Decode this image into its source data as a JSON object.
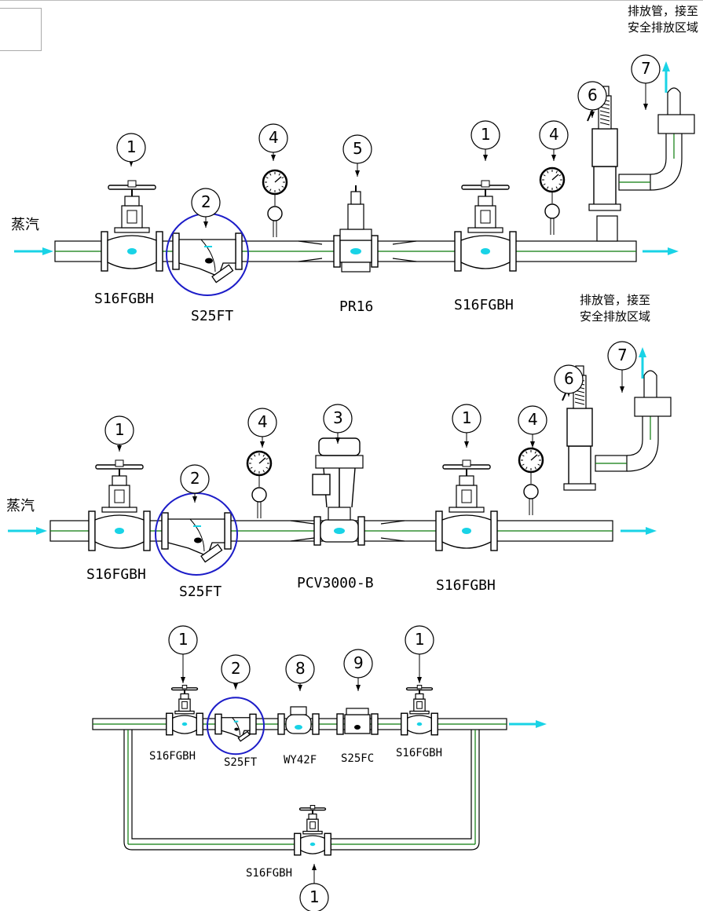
{
  "medium_label": "蒸汽",
  "drain_note_line1": "排放管，接至",
  "drain_note_line2": "安全排放区域",
  "rows": [
    {
      "labels": [
        "S16FGBH",
        "S25FT",
        "PR16",
        "S16FGBH"
      ],
      "callouts": [
        "1",
        "2",
        "4",
        "5",
        "1",
        "4",
        "6",
        "7"
      ]
    },
    {
      "labels": [
        "S16FGBH",
        "S25FT",
        "PCV3000-B",
        "S16FGBH"
      ],
      "callouts": [
        "1",
        "2",
        "4",
        "3",
        "1",
        "4",
        "6",
        "7"
      ]
    },
    {
      "labels": [
        "S16FGBH",
        "S25FT",
        "WY42F",
        "S25FC",
        "S16FGBH",
        "S16FGBH"
      ],
      "callouts": [
        "1",
        "2",
        "8",
        "9",
        "1",
        "1"
      ]
    }
  ],
  "colors": {
    "pipe": "#0a7a0a",
    "flow": "#19d3e6",
    "highlight": "#1c1cc8"
  }
}
